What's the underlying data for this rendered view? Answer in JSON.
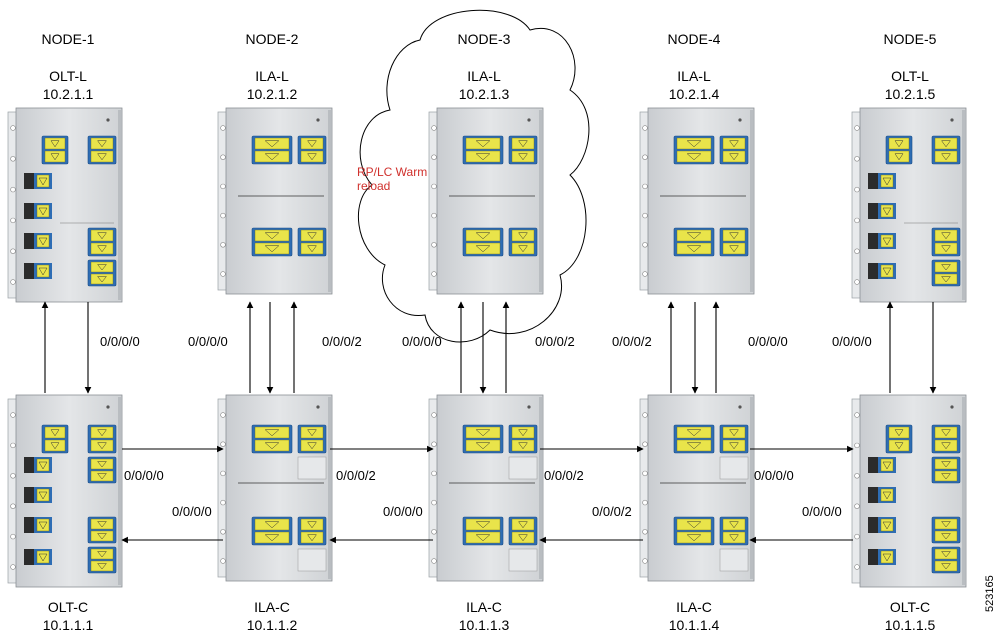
{
  "nodes": [
    {
      "name": "NODE-1",
      "top_type": "OLT-L",
      "top_ip": "10.2.1.1",
      "bottom_type": "OLT-C",
      "bottom_ip": "10.1.1.1"
    },
    {
      "name": "NODE-2",
      "top_type": "ILA-L",
      "top_ip": "10.2.1.2",
      "bottom_type": "ILA-C",
      "bottom_ip": "10.1.1.2"
    },
    {
      "name": "NODE-3",
      "top_type": "ILA-L",
      "top_ip": "10.2.1.3",
      "bottom_type": "ILA-C",
      "bottom_ip": "10.1.1.3"
    },
    {
      "name": "NODE-4",
      "top_type": "ILA-L",
      "top_ip": "10.2.1.4",
      "bottom_type": "ILA-C",
      "bottom_ip": "10.1.1.4"
    },
    {
      "name": "NODE-5",
      "top_type": "OLT-L",
      "top_ip": "10.2.1.5",
      "bottom_type": "OLT-C",
      "bottom_ip": "10.1.1.5"
    }
  ],
  "vertical_ports": [
    "0/0/0/0",
    "0/0/0/0",
    "0/0/0/2",
    "0/0/0/0",
    "0/0/0/2",
    "0/0/0/2",
    "0/0/0/0",
    "0/0/0/0"
  ],
  "horizontal_ports": [
    "0/0/0/0",
    "0/0/0/0",
    "0/0/0/2",
    "0/0/0/0",
    "0/0/0/2",
    "0/0/0/2",
    "0/0/0/0",
    "0/0/0/0"
  ],
  "cloud_note": "RP/LC Warm reload",
  "figure_number": "523165",
  "colors": {
    "chassis": "#d9dcdf",
    "port_blue": "#2e6db4",
    "port_yellow": "#e9e44a",
    "note": "#d0312d"
  }
}
